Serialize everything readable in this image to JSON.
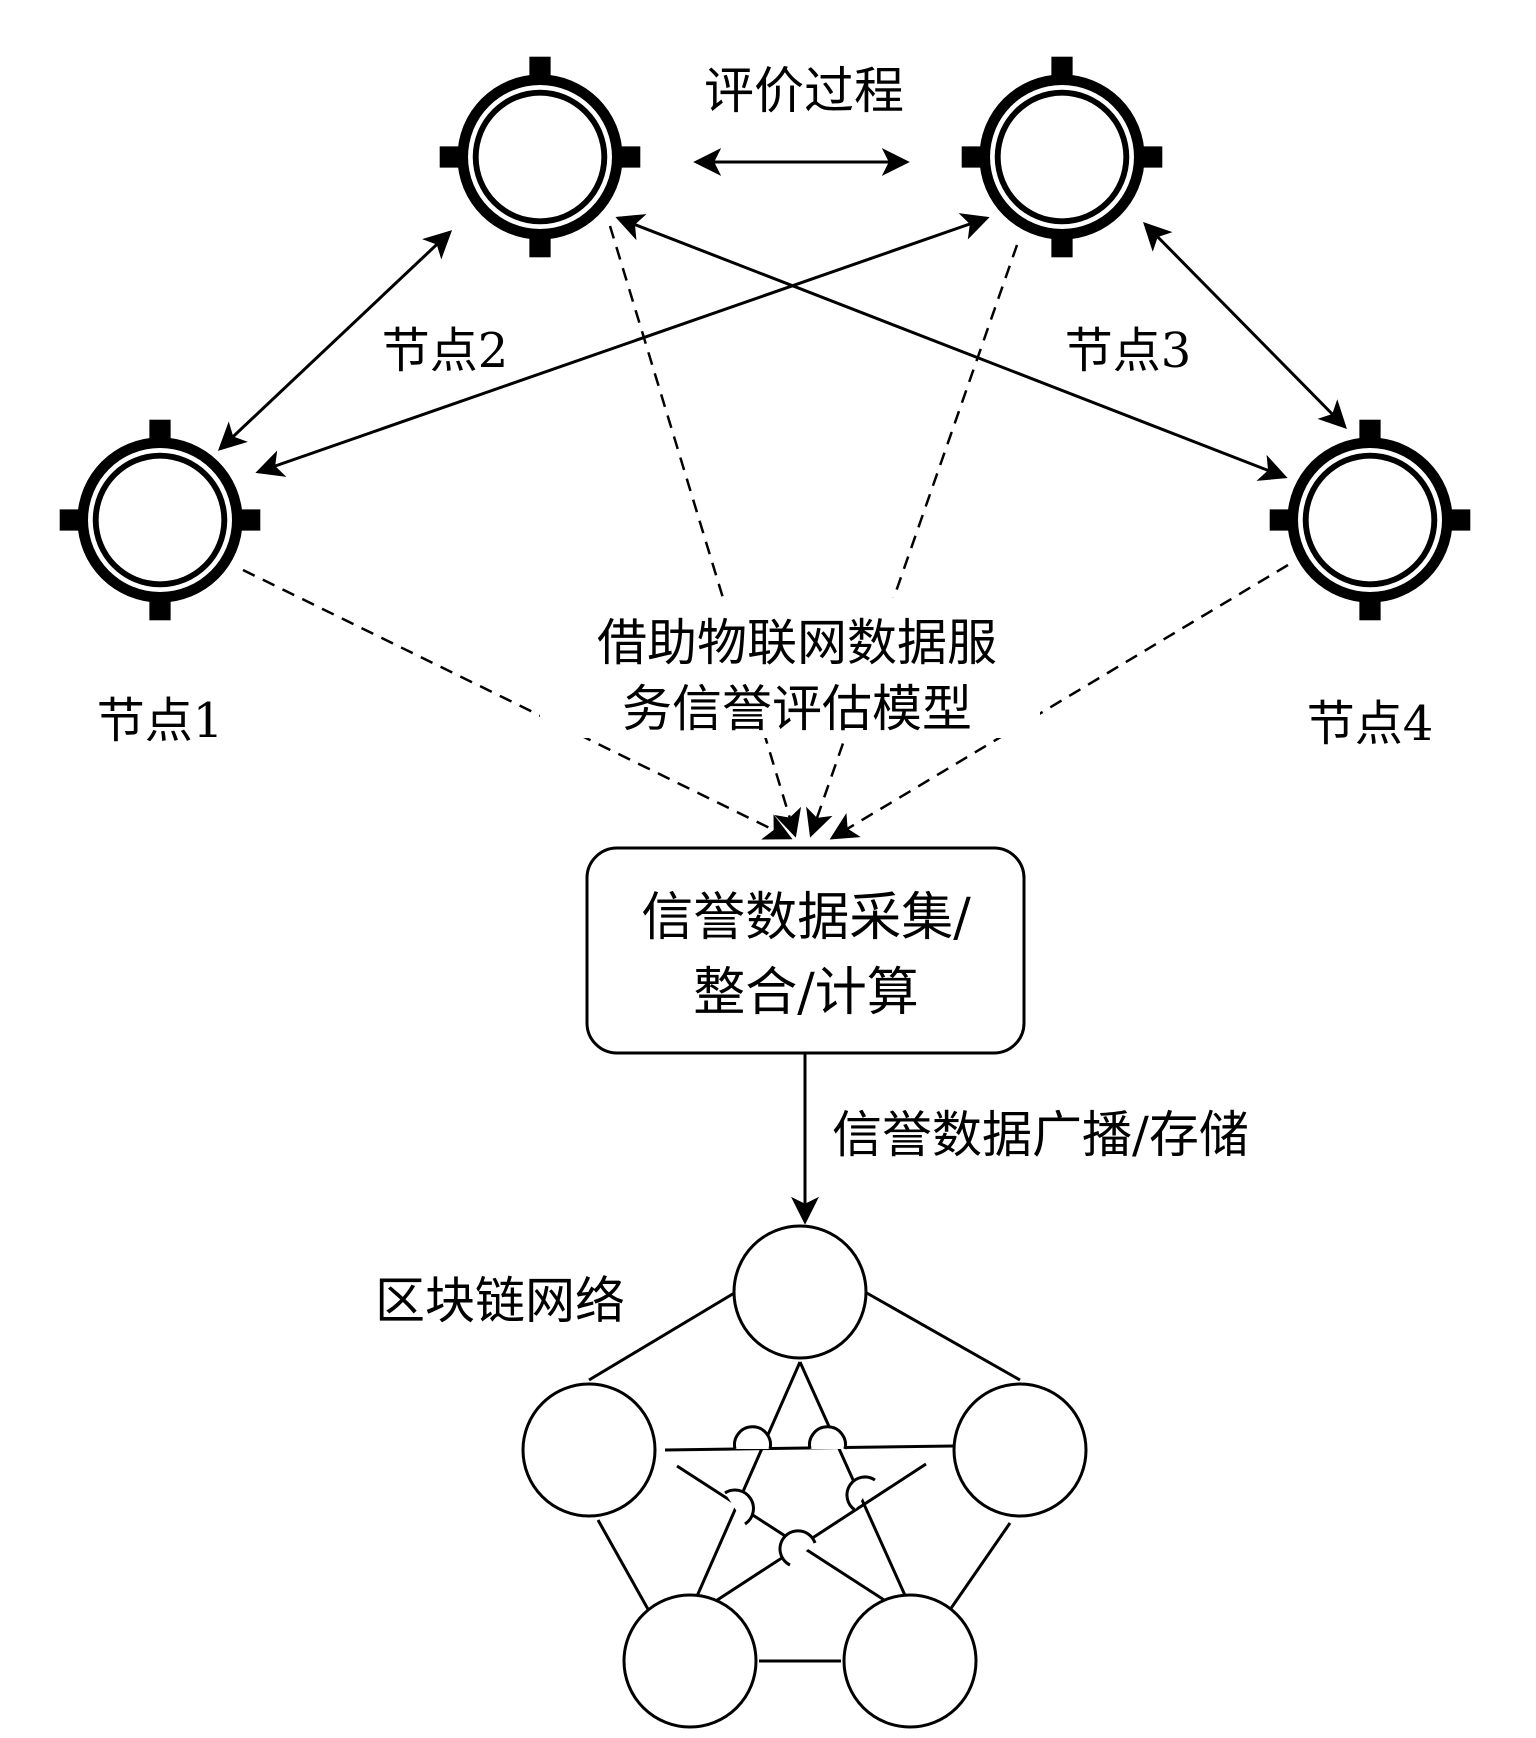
{
  "evaluation_label": "评价过程",
  "nodes": [
    {
      "label": "节点1"
    },
    {
      "label": "节点2"
    },
    {
      "label": "节点3"
    },
    {
      "label": "节点4"
    }
  ],
  "model_label": [
    "借助物联网数据服",
    "务信誉评估模型"
  ],
  "process_box": [
    "信誉数据采集/",
    "整合/计算"
  ],
  "broadcast_label": "信誉数据广播/存储",
  "blockchain_label": "区块链网络",
  "colors": {
    "line": "#000000",
    "background": "#ffffff"
  }
}
